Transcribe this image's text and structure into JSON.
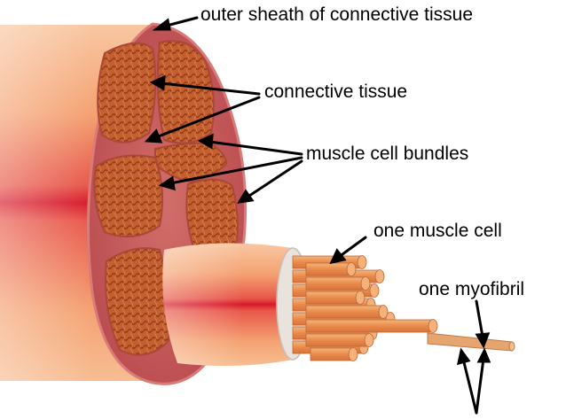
{
  "diagram": {
    "labels": {
      "outer_sheath": "outer sheath of connective tissue",
      "connective_tissue": "connective tissue",
      "bundles": "muscle cell bundles",
      "one_cell": "one muscle cell",
      "myofibril": "one myofibril"
    },
    "colors": {
      "muscle_light": "#f8b98a",
      "muscle_mid": "#f07f4a",
      "muscle_red": "#d7192a",
      "cross_section": "#c8525a",
      "bundle": "#c8612f",
      "bundle_dark": "#9c3b18",
      "cell": "#ef9a5a",
      "cell_end": "#f6b47c"
    }
  }
}
